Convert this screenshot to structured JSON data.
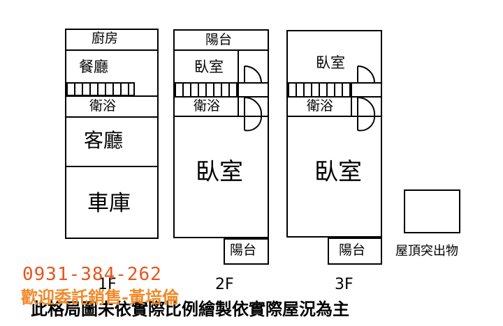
{
  "floors": {
    "f1": {
      "name": "1F",
      "rooms": {
        "kitchen": "廚房",
        "dining": "餐廳",
        "bath": "衛浴",
        "living": "客廳",
        "garage": "車庫"
      }
    },
    "f2": {
      "name": "2F",
      "rooms": {
        "balcony_top": "陽台",
        "bedroom_small": "臥室",
        "bath": "衛浴",
        "bedroom_large": "臥室",
        "balcony_bottom": "陽台"
      }
    },
    "f3": {
      "name": "3F",
      "rooms": {
        "bedroom_small": "臥室",
        "bath": "衛浴",
        "bedroom_large": "臥室",
        "balcony_bottom": "陽台"
      }
    }
  },
  "roof": {
    "label": "屋頂突出物"
  },
  "phone": "0931-384-262",
  "ad": "歡迎委託銷售-黃培倫",
  "caption": "此格局圖未依實際比例繪製依實際屋況為主",
  "colors": {
    "phone": "#e8541c",
    "ad": "#f08a2a",
    "line": "#000000"
  }
}
